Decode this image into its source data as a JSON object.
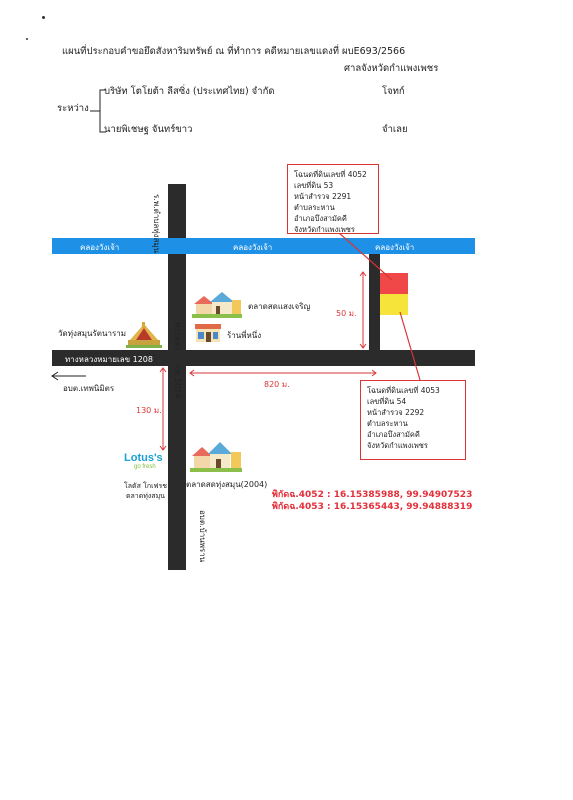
{
  "header": {
    "title": "แผนที่ประกอบคำขอยึดสังหาริมทรัพย์ ณ ที่ทำการ คดีหมายเลขแดงที่ ผบE693/2566",
    "court": "ศาลจังหวัดกำแพงเพชร",
    "between_label": "ระหว่าง",
    "plaintiff": "บริษัท โตโยต้า ลีสซิ่ง (ประเทศไทย) จำกัด",
    "plaintiff_role": "โจทก์",
    "defendant": "นายพิเชษฐ จันทร์ขาว",
    "defendant_role": "จำเลย"
  },
  "map": {
    "canal_labels": [
      "คลองวังเจ้า",
      "คลองวังเจ้า",
      "คลองวังเจ้า"
    ],
    "road_top_vertical": "ร.พ.ตำบลทุ่งสมุน",
    "road_main_vertical": "ทางหลวงชนบท 1074",
    "road_horizontal": "ทางหลวงหมายเลข 1208",
    "road_bottom_vertical": "อบต.บ้านพราน",
    "left_arrow_label": "อบต.เทพนิมิตร",
    "temple_label": "วัดทุ่งสมุนรัตนาราม",
    "market1_label": "ตลาดสดแสงเจริญ",
    "shop_label": "ร้านพี่หนึ่ง",
    "market2_label": "ตลาดสดทุ่งสมุน(2004)",
    "lotus_brand": "Lotus's",
    "lotus_sub": "go fresh",
    "lotus_label_1": "โลตัส โกเฟรช",
    "lotus_label_2": "ตลาดทุ่งสมุน",
    "dist_50": "50 ม.",
    "dist_820": "820 ม.",
    "dist_130": "130 ม."
  },
  "callout_top": {
    "lines": [
      "โฉนดที่ดินเลขที่ 4052",
      "เลขที่ดิน 53",
      "หน้าสำรวจ 2291",
      "ตำบลระหาน",
      "อำเภอบึงสามัคคี",
      "จังหวัดกำแพงเพชร"
    ]
  },
  "callout_bottom": {
    "lines": [
      "โฉนดที่ดินเลขที่ 4053",
      "เลขที่ดิน 54",
      "หน้าสำรวจ 2292",
      "ตำบลระหาน",
      "อำเภอบึงสามัคคี",
      "จังหวัดกำแพงเพชร"
    ]
  },
  "coordinates": {
    "line1": "พิกัดฉ.4052 : 16.15385988, 99.94907523",
    "line2": "พิกัดฉ.4053 : 16.15365443, 99.94888319"
  },
  "colors": {
    "canal": "#1e90e6",
    "road": "#2b2b2b",
    "red": "#d93636",
    "parcel_top": "#f04848",
    "parcel_bottom": "#f7e43a",
    "coord_red": "#e3303a"
  }
}
